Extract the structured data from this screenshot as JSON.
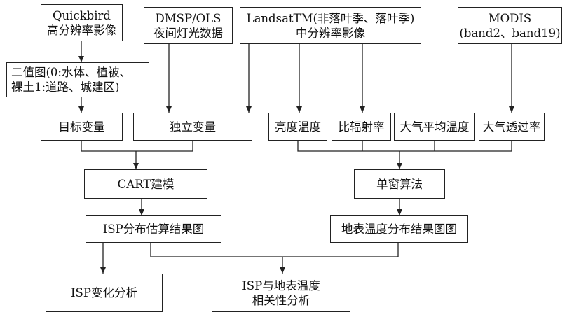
{
  "nodes": {
    "quickbird": {
      "line1": "Quickbird",
      "line2": "高分辨率影像"
    },
    "dmsp": {
      "line1": "DMSP/OLS",
      "line2": "夜间灯光数据"
    },
    "landsat": {
      "line1": "LandsatTM(非落叶季、落叶季)",
      "line2": "中分辨率影像"
    },
    "modis": {
      "line1": "MODIS",
      "line2": "(band2、band19)"
    },
    "binary": {
      "line1": "二值图(0:水体、植被、",
      "line2": "裸土1:道路、城建区)"
    },
    "target_var": {
      "label": "目标变量"
    },
    "indep_var": {
      "label": "独立变量"
    },
    "brightness_temp": {
      "label": "亮度温度"
    },
    "emissivity": {
      "label": "比辐射率"
    },
    "mean_air_temp": {
      "label": "大气平均温度"
    },
    "transmittance": {
      "label": "大气透过率"
    },
    "cart": {
      "label": "CART建模"
    },
    "single_window": {
      "label": "单窗算法"
    },
    "isp_result": {
      "label": "ISP分布估算结果图"
    },
    "lst_result": {
      "label": "地表温度分布结果图图"
    },
    "isp_change": {
      "label": "ISP变化分析"
    },
    "correlation": {
      "line1": "ISP与地表温度",
      "line2": "相关性分析"
    }
  }
}
